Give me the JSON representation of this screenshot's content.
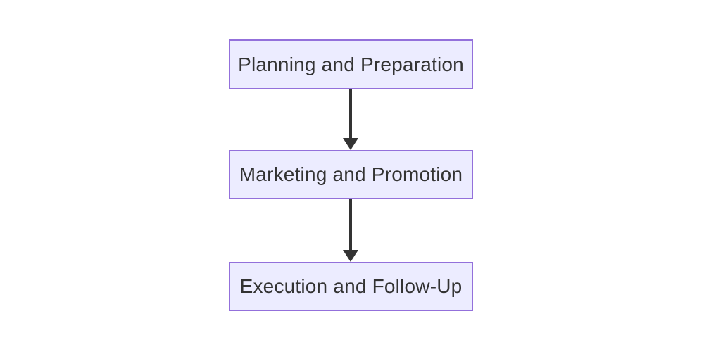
{
  "diagram": {
    "type": "flowchart",
    "direction": "top-down",
    "background": "#FFFFFF",
    "nodes": [
      {
        "id": "A",
        "label": "Planning and Preparation"
      },
      {
        "id": "B",
        "label": "Marketing and Promotion"
      },
      {
        "id": "C",
        "label": "Execution and Follow-Up"
      }
    ],
    "edges": [
      {
        "from": "A",
        "to": "B",
        "style": "solid-arrow"
      },
      {
        "from": "B",
        "to": "C",
        "style": "solid-arrow"
      }
    ],
    "colors": {
      "node_fill": "#ECECFF",
      "node_border": "#9370DB",
      "edge_line": "#333333",
      "text": "#333333"
    }
  }
}
